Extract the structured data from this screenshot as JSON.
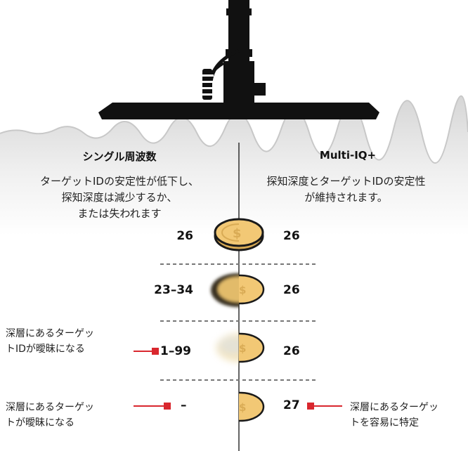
{
  "columns": {
    "left": {
      "title": "シングル周波数",
      "description": "ターゲットIDの安定性が低下し、\n探知深度は減少するか、\nまたは失われます"
    },
    "right": {
      "title": "Multi-IQ+",
      "description": "探知深度とターゲットIDの安定性\nが維持されます。"
    }
  },
  "rows": [
    {
      "left_id": "26",
      "right_id": "26"
    },
    {
      "left_id": "23–34",
      "right_id": "26"
    },
    {
      "left_id": "1–99",
      "right_id": "26",
      "left_note": "深層にあるターゲッ\nトIDが曖昧になる"
    },
    {
      "left_id": "–",
      "right_id": "27",
      "left_note": "深層にあるターゲッ\nトが曖昧になる",
      "right_note": "深層にあるターゲッ\nトを容易に特定"
    }
  ],
  "colors": {
    "accent_red": "#d9272e",
    "coin_gold": "#f2c875",
    "coin_outline": "#1a1a1a",
    "ground_band": "#d9d9d9",
    "detector_black": "#111111"
  },
  "icons": [
    "metal-detector-coil",
    "coin-dollar-icon"
  ]
}
